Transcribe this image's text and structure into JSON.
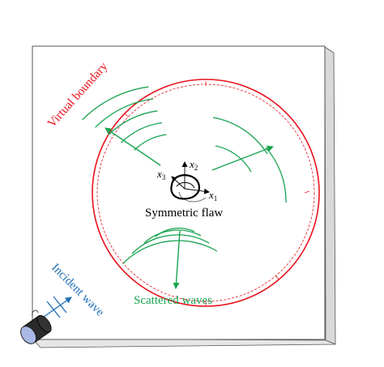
{
  "labels": {
    "virtual_boundary": "Virtual boundary",
    "symmetric_flaw": "Symmetric flaw",
    "scattered_waves": "Scattered waves",
    "incident_wave": "Incident wave"
  },
  "axes": {
    "x1": {
      "base": "x",
      "sub": "1"
    },
    "x2": {
      "base": "x",
      "sub": "2"
    },
    "x3": {
      "base": "x",
      "sub": "3"
    }
  },
  "colors": {
    "boundary": "#e8121c",
    "scattered": "#19a351",
    "incident": "#1f6fb5",
    "plate_edge": "#555555",
    "plate_side": "#d9d9d9"
  }
}
